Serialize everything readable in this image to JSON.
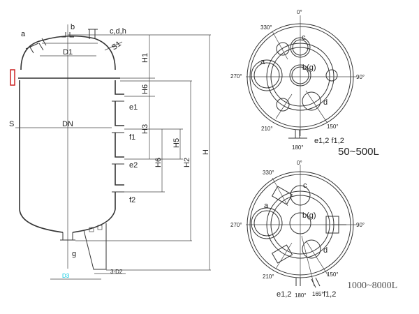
{
  "side_view": {
    "nozzles": {
      "a": "a",
      "b": "b",
      "cdh": "c,d,h",
      "e1": "e1",
      "f1": "f1",
      "e2": "e2",
      "f2": "f2",
      "g": "g"
    },
    "dimensions": {
      "D1": "D1",
      "S1": "S1",
      "S": "S",
      "DN": "DN",
      "H1": "H1",
      "H6_top": "H6",
      "H3": "H3",
      "H5": "H5",
      "H6": "H6",
      "H2": "H2",
      "H": "H",
      "D3": "D3",
      "D2": "3-D2"
    },
    "colors": {
      "D3": "#00c8e0",
      "sight_glass": "#cc2222"
    }
  },
  "top_view_small": {
    "angles": {
      "a0": "0°",
      "a90": "90°",
      "a180": "180°",
      "a210": "210°",
      "a270": "270°",
      "a330": "330°",
      "a150": "150°"
    },
    "nozzles": {
      "a": "a",
      "b": "b(g)",
      "c": "c",
      "d": "d",
      "ef": "e1,2  f1,2"
    },
    "capacity": "50~500L"
  },
  "top_view_large": {
    "angles": {
      "a0": "0°",
      "a90": "90°",
      "a180": "180°",
      "a210": "210°",
      "a270": "270°",
      "a330": "330°",
      "a150": "150°",
      "a165": "165°"
    },
    "nozzles": {
      "a": "a",
      "b": "b(g)",
      "c": "c",
      "d": "d",
      "e": "e1,2",
      "f": "f1,2"
    },
    "capacity": "1000~8000L"
  }
}
